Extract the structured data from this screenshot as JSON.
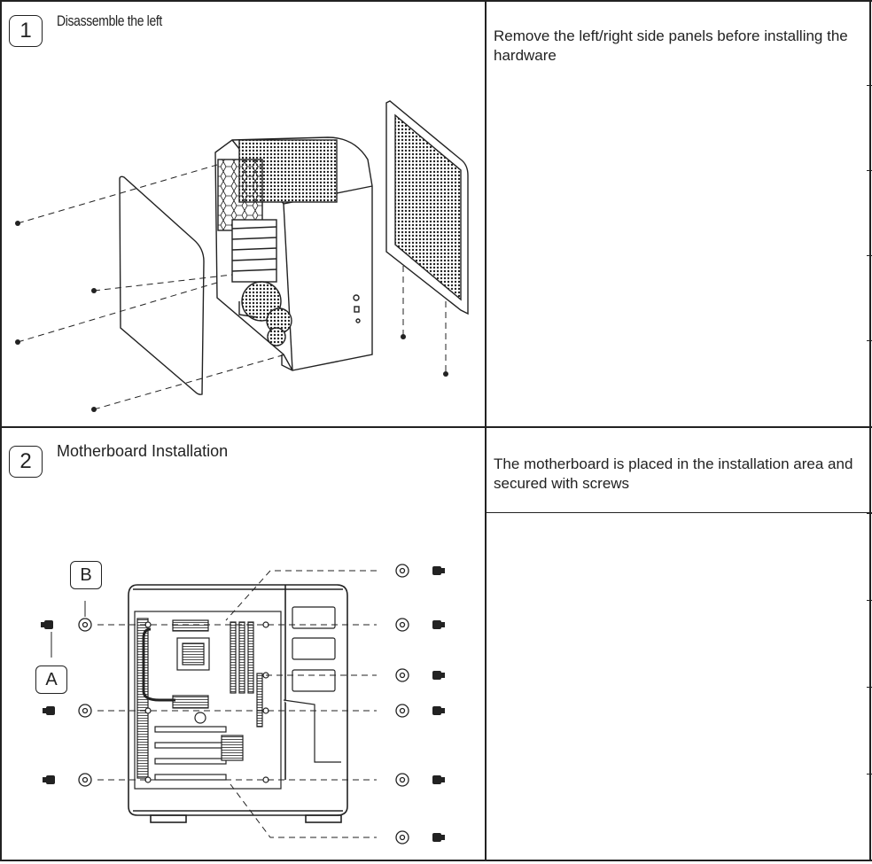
{
  "steps": [
    {
      "number": "1",
      "title": "Disassemble the left",
      "description": "Remove the left/right side panels before installing the hardware"
    },
    {
      "number": "2",
      "title": "Motherboard Installation",
      "description": "The motherboard is placed in the installation area and secured with screws"
    }
  ],
  "callouts": {
    "a": "A",
    "b": "B"
  }
}
